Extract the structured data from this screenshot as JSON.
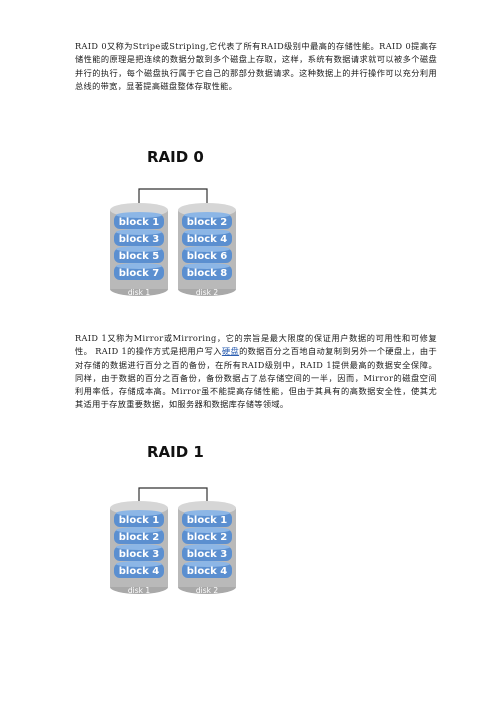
{
  "paragraph1": "RAID 0又称为Stripe或Striping,它代表了所有RAID级别中最高的存储性能。RAID 0提高存储性能的原理是把连续的数据分散到多个磁盘上存取，这样，系统有数据请求就可以被多个磁盘并行的执行，每个磁盘执行属于它自己的那部分数据请求。这种数据上的并行操作可以充分利用总线的带宽，显著提高磁盘整体存取性能。",
  "paragraph2": {
    "before_link": "RAID 1又称为Mirror或Mirroring，它的宗旨是最大限度的保证用户数据的可用性和可修复性。 RAID 1的操作方式是把用户写入",
    "link": "硬盘",
    "after_link": "的数据百分之百地自动复制到另外一个硬盘上，由于对存储的数据进行百分之百的备份，在所有RAID级别中，RAID 1提供最高的数据安全保障。同样，由于数据的百分之百备份，备份数据占了总存储空间的一半，因而，Mirror的磁盘空间利用率低，存储成本高。Mirror虽不能提高存储性能，但由于其具有的高数据安全性，使其尤其适用于存放重要数据，如服务器和数据库存储等领域。"
  },
  "figures": [
    {
      "title": "RAID 0",
      "disks": [
        {
          "label": "disk 1",
          "blocks": [
            "block 1",
            "block 3",
            "block 5",
            "block 7"
          ]
        },
        {
          "label": "disk 2",
          "blocks": [
            "block 2",
            "block 4",
            "block 6",
            "block 8"
          ]
        }
      ]
    },
    {
      "title": "RAID 1",
      "disks": [
        {
          "label": "disk 1",
          "blocks": [
            "block 1",
            "block 2",
            "block 3",
            "block 4"
          ]
        },
        {
          "label": "disk 2",
          "blocks": [
            "block 1",
            "block 2",
            "block 3",
            "block 4"
          ]
        }
      ]
    }
  ],
  "colors": {
    "disk_body": "#b9b9b9",
    "disk_top": "#d6d6d6",
    "block_fill": "#5b8fd0",
    "block_light": "#8cb6e6",
    "block_text": "#ffffff",
    "disk_label": "#ffffff",
    "connector": "#333333",
    "title": "#111111"
  }
}
